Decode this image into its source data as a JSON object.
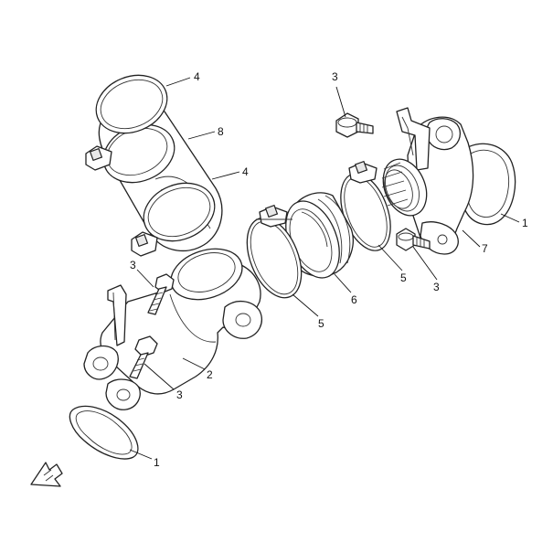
{
  "callouts": [
    {
      "id": "c4a",
      "text": "4"
    },
    {
      "id": "c8",
      "text": "8"
    },
    {
      "id": "c4b",
      "text": "4"
    },
    {
      "id": "c3a",
      "text": "3"
    },
    {
      "id": "c1a",
      "text": "1"
    },
    {
      "id": "c7",
      "text": "7"
    },
    {
      "id": "c3b",
      "text": "3"
    },
    {
      "id": "c5a",
      "text": "5"
    },
    {
      "id": "c6",
      "text": "6"
    },
    {
      "id": "c5b",
      "text": "5"
    },
    {
      "id": "c3c",
      "text": "3"
    },
    {
      "id": "c2",
      "text": "2"
    },
    {
      "id": "c3d",
      "text": "3"
    },
    {
      "id": "c1b",
      "text": "1"
    }
  ],
  "fwd_icon": "front-direction-arrow-icon"
}
